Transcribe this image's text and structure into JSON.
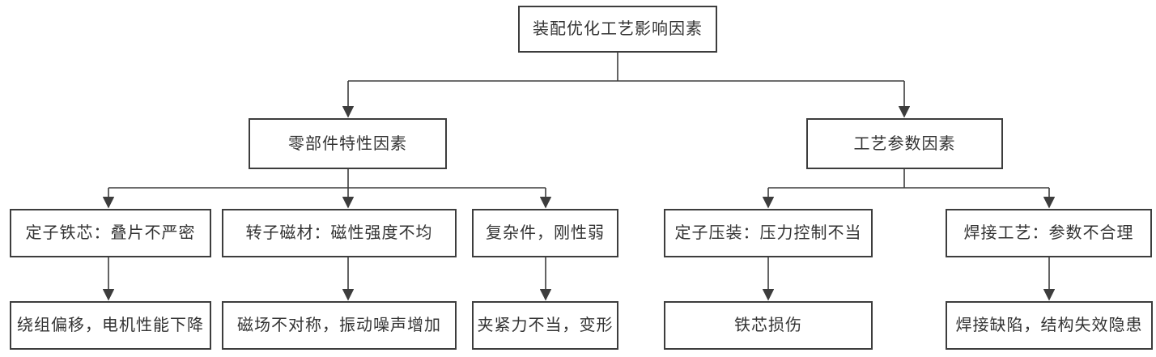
{
  "diagram": {
    "colors": {
      "line": "#3d3d3d",
      "border": "#3d3d3d",
      "text": "#333333",
      "bg": "#ffffff"
    },
    "root": {
      "label": "装配优化工艺影响因素"
    },
    "branches": [
      {
        "label": "零部件特性因素",
        "children": [
          {
            "cause": "定子铁芯：叠片不严密",
            "effect": "绕组偏移，电机性能下降"
          },
          {
            "cause": "转子磁材：磁性强度不均",
            "effect": "磁场不对称，振动噪声增加"
          },
          {
            "cause": "复杂件，刚性弱",
            "effect": "夹紧力不当，变形"
          }
        ]
      },
      {
        "label": "工艺参数因素",
        "children": [
          {
            "cause": "定子压装：压力控制不当",
            "effect": "铁芯损伤"
          },
          {
            "cause": "焊接工艺：参数不合理",
            "effect": "焊接缺陷，结构失效隐患"
          }
        ]
      }
    ]
  }
}
